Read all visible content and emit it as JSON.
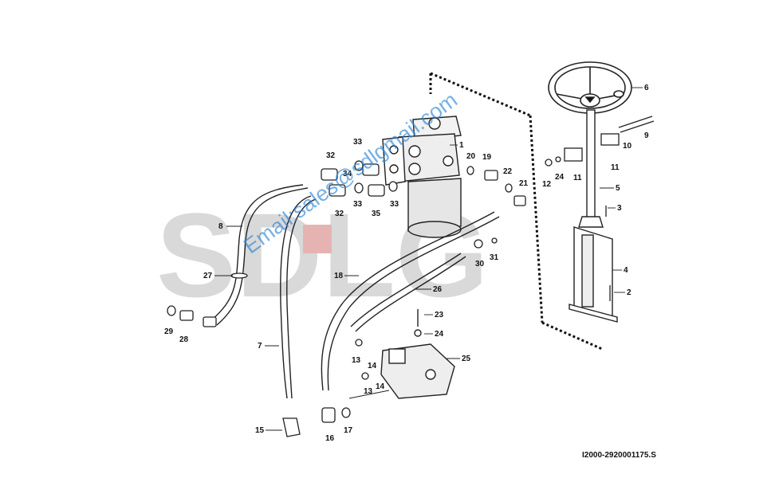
{
  "watermark": {
    "brand": "SDLG",
    "email": "Email:sales@sdlgmail.com"
  },
  "drawing_code": "I2000-2920001175.S",
  "callouts": [
    "1",
    "2",
    "3",
    "4",
    "5",
    "6",
    "7",
    "8",
    "9",
    "10",
    "11",
    "12",
    "13",
    "13",
    "14",
    "14",
    "15",
    "16",
    "17",
    "18",
    "19",
    "20",
    "21",
    "22",
    "23",
    "24",
    "24",
    "25",
    "26",
    "27",
    "28",
    "29",
    "30",
    "31",
    "32",
    "32",
    "33",
    "33",
    "33",
    "34",
    "35"
  ]
}
